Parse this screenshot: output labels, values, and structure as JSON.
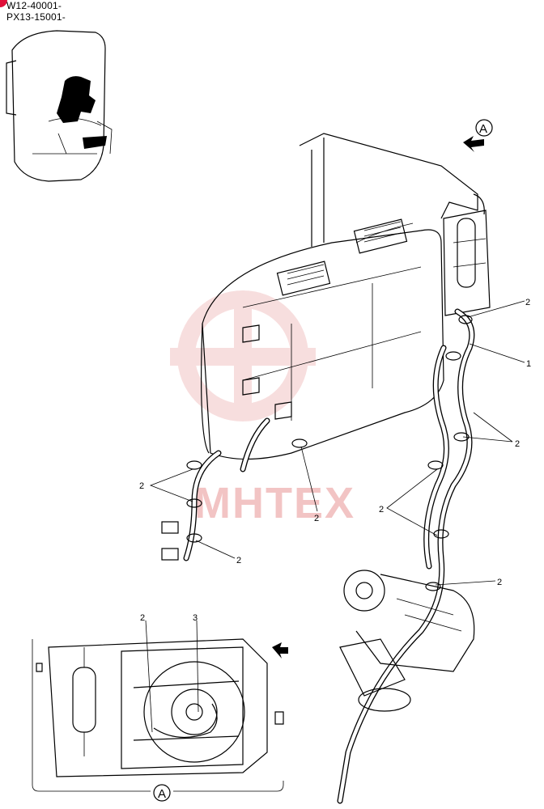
{
  "serials": [
    "W12-40001-",
    "PX13-15001-"
  ],
  "view_marker": "A",
  "watermark": {
    "text": "MHTEX",
    "color": "#f2c4c4"
  },
  "callouts": {
    "c1": "2",
    "c2": "1",
    "c3": "2",
    "c4": "2",
    "c5": "2",
    "c6": "2",
    "c7": "2",
    "c8": "2",
    "c9": "2",
    "c10": "3"
  },
  "accent_color": "#e0103a"
}
